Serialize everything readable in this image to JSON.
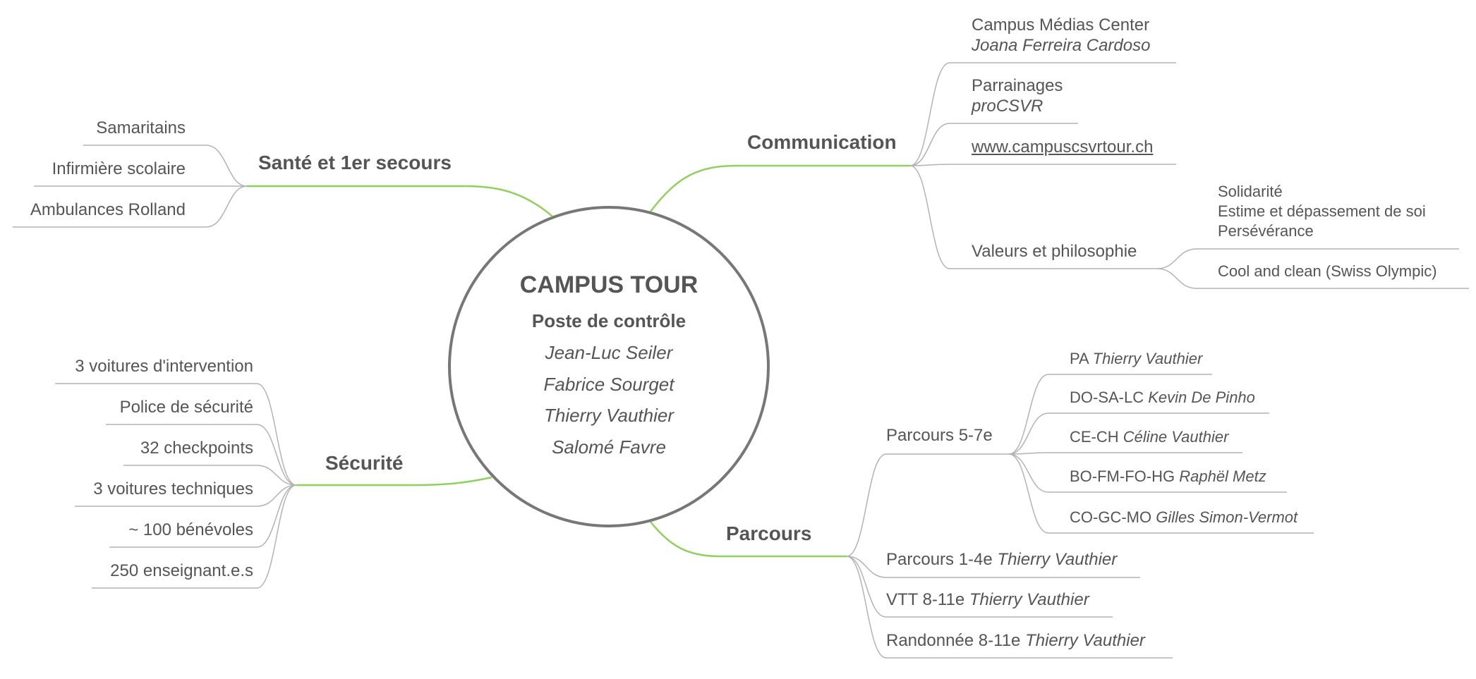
{
  "center": {
    "title": "CAMPUS TOUR",
    "subtitle": "Poste de contrôle",
    "people": [
      "Jean-Luc Seiler",
      "Fabrice Sourget",
      "Thierry Vauthier",
      "Salomé Favre"
    ]
  },
  "sante": {
    "title": "Santé et 1er secours",
    "items": [
      "Samaritains",
      "Infirmière scolaire",
      "Ambulances Rolland"
    ]
  },
  "securite": {
    "title": "Sécurité",
    "items": [
      "3 voitures d'intervention",
      "Police de sécurité",
      "32 checkpoints",
      "3 voitures techniques",
      "~ 100 bénévoles",
      "250 enseignant.e.s"
    ]
  },
  "communication": {
    "title": "Communication",
    "medias": {
      "label": "Campus Médias Center",
      "person": "Joana Ferreira Cardoso"
    },
    "parrainages": {
      "label": "Parrainages",
      "person": "proCSVR"
    },
    "website": "www.campuscsvrtour.ch",
    "valeurs": {
      "label": "Valeurs et philosophie",
      "group": [
        "Solidarité",
        "Estime et dépassement de soi",
        "Persévérance"
      ],
      "last": "Cool and clean (Swiss Olympic)"
    }
  },
  "parcours": {
    "title": "Parcours",
    "p57": {
      "label": "Parcours 5-7e",
      "items": [
        {
          "code": "PA",
          "person": "Thierry Vauthier"
        },
        {
          "code": "DO-SA-LC",
          "person": "Kevin De Pinho"
        },
        {
          "code": "CE-CH",
          "person": "Céline Vauthier"
        },
        {
          "code": "BO-FM-FO-HG",
          "person": "Raphël Metz"
        },
        {
          "code": "CO-GC-MO",
          "person": "Gilles Simon-Vermot"
        }
      ]
    },
    "others": [
      {
        "label": "Parcours 1-4e",
        "person": "Thierry Vauthier"
      },
      {
        "label": "VTT 8-11e",
        "person": "Thierry Vauthier"
      },
      {
        "label": "Randonnée 8-11e",
        "person": "Thierry Vauthier"
      }
    ]
  },
  "colors": {
    "accent": "#8fd15c",
    "line": "#b3b3b3",
    "circle": "#777777",
    "text": "#555555"
  }
}
